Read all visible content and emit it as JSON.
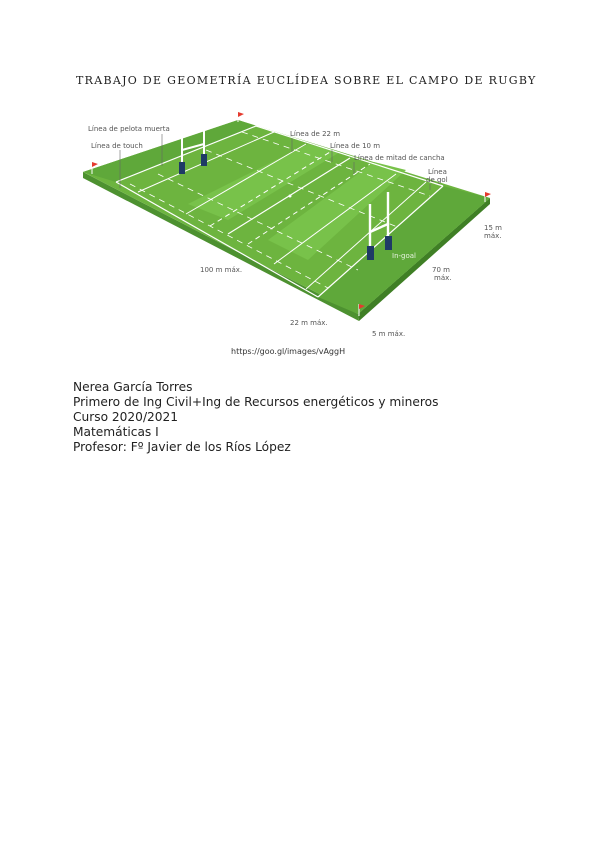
{
  "document": {
    "title": "TRABAJO DE GEOMETRÍA EUCLÍDEA SOBRE EL CAMPO DE RUGBY",
    "image_caption": "https://goo.gl/images/vAggH",
    "figure_labels": {
      "dead_ball_line": "Línea de pelota muerta",
      "touch_line": "Línea de touch",
      "line_22": "Línea de 22 m",
      "line_10": "Línea de 10 m",
      "half_line": "Línea de mitad de cancha",
      "goal_line_1": "Línea",
      "goal_line_2": "de gol",
      "in_goal": "In-goal",
      "width_side_1": "15 m",
      "width_side_2": "máx.",
      "width_1": "70 m",
      "width_2": "máx.",
      "length": "100 m máx.",
      "length_22": "22 m máx.",
      "length_5": "5 m máx."
    },
    "author_block": [
      "Nerea García Torres",
      "Primero de Ing Civil+Ing de Recursos energéticos y mineros",
      "Curso 2020/2021",
      "Matemáticas I",
      "Profesor: Fº Javier de los Ríos López"
    ]
  },
  "colors": {
    "field_light": "#78c24a",
    "field_dark": "#5fa83a",
    "field_side": "#3f7f25",
    "lines": "#ffffff",
    "flag": "#e53a2f",
    "post_pad": "#1f3a66"
  }
}
